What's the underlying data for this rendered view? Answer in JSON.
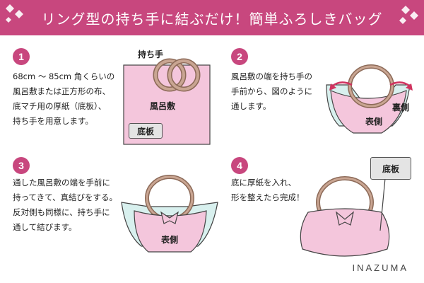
{
  "header": {
    "title": "リング型の持ち手に結ぶだけ！簡単ふろしきバッグ"
  },
  "steps": [
    {
      "number": "1",
      "text": "68cm 〜 85cm 角くらいの\n風呂敷または正方形の布、\n底マチ用の厚紙（底板）、\n持ち手を用意します。"
    },
    {
      "number": "2",
      "text": "風呂敷の端を持ち手の\n手前から、図のように\n通します。"
    },
    {
      "number": "3",
      "text": "通した風呂敷の端を手前に\n持ってきて、真結びをする。\n反対側も同様に、持ち手に\n通して結びます。"
    },
    {
      "number": "4",
      "text": "底に厚紙を入れ、\n形を整えたら完成！"
    }
  ],
  "labels": {
    "handle": "持ち手",
    "furoshiki": "風呂敷",
    "bottom_board": "底板",
    "back_side": "裏側",
    "front_side": "表側"
  },
  "brand": "INAZUMA",
  "colors": {
    "accent": "#c8477e",
    "pink": "#f4c6dc",
    "mint": "#d8f0ee",
    "ring": "#b48e7a"
  }
}
